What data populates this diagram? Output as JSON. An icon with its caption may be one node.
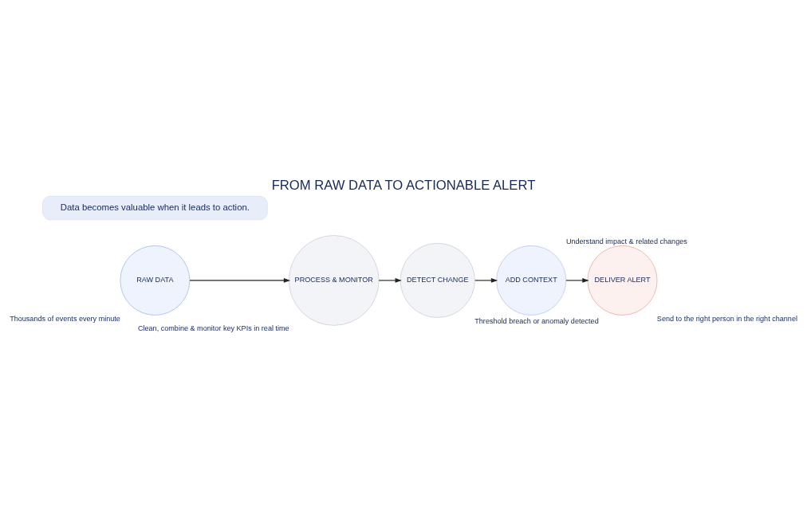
{
  "diagram": {
    "title": "FROM RAW DATA TO ACTIONABLE ALERT",
    "nodes": [
      {
        "text": [
          "RAW DATA"
        ],
        "beside": [
          "Thousands of events every minute"
        ]
      },
      {
        "text": [
          "PROCESS & MONITOR"
        ],
        "beside": [
          "Clean, combine & monitor key KPIs in real time"
        ]
      },
      {
        "text": [
          "DETECT CHANGE"
        ],
        "beside": [
          "Threshold breach or anomaly detected"
        ]
      },
      {
        "text": [
          "ADD CONTEXT"
        ],
        "beside": [
          "Understand impact & related changes"
        ]
      },
      {
        "text": [
          "DELIVER ALERT"
        ],
        "beside": [
          "Send to the right person in the right channel"
        ]
      },
      {
        "text": [
          "Data becomes valuable when it leads to action."
        ]
      }
    ],
    "edges": [
      {
        "from": 0,
        "to": 1,
        "arrow": "to"
      },
      {
        "from": 1,
        "to": 2,
        "arrow": "to"
      },
      {
        "from": 2,
        "to": 3,
        "arrow": "to"
      },
      {
        "from": 3,
        "to": 4,
        "arrow": "to"
      }
    ]
  }
}
